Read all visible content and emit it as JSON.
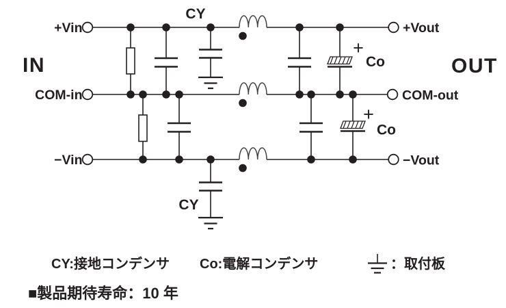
{
  "diagram": {
    "labels": {
      "in": "IN",
      "out": "OUT",
      "pos_in": "+Vin",
      "com_in": "COM-in",
      "neg_in": "−Vin",
      "pos_out": "+Vout",
      "com_out": "COM-out",
      "neg_out": "−Vout",
      "cy_top": "CY",
      "cy_bottom": "CY",
      "co_top": "Co",
      "co_bottom": "Co",
      "plus_top": "+",
      "plus_bottom": "+"
    }
  },
  "legend": {
    "cy": "CY:接地コンデンサ",
    "co": "Co:電解コンデンサ",
    "mount": "：取付板"
  },
  "footer": {
    "text": "■製品期待寿命：10 年"
  },
  "colors": {
    "ink": "#231f20",
    "background": "#ffffff"
  }
}
